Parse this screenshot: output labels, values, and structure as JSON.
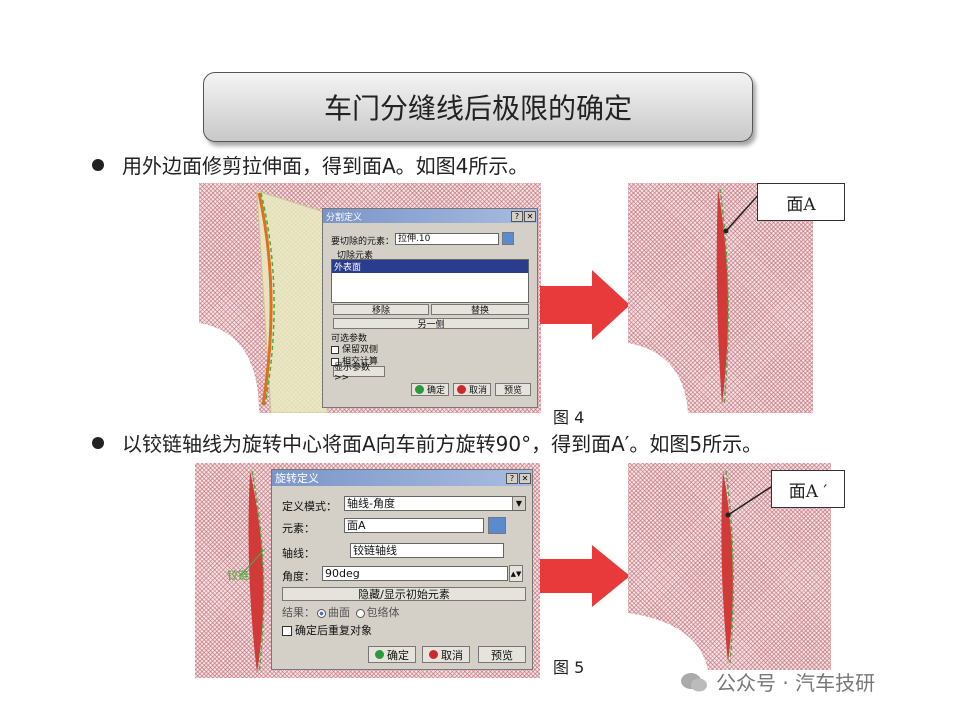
{
  "slide": {
    "title": "车门分缝线后极限的确定",
    "bullet1": "用外边面修剪拉伸面，得到面A。如图4所示。",
    "bullet2": "以铰链轴线为旋转中心将面A向车前方旋转90°，得到面A′。如图5所示。",
    "fig4_label": "图 4",
    "fig5_label": "图 5",
    "callout1": "面A",
    "callout2": "面A ′",
    "hinge_label": "铰链",
    "watermark": "公众号 · 汽车技研"
  },
  "split_dialog": {
    "title": "分割定义",
    "cut_element_label": "要切除的元素：",
    "cut_element_value": "拉伸.10",
    "cutting_elements_label": "切除元素",
    "list_items": [
      "外表面"
    ],
    "remove_btn": "移除",
    "replace_btn": "替换",
    "other_side_btn": "另一侧",
    "optional_params": "可选参数",
    "keep_both": "保留双侧",
    "intersection": "相交计算",
    "show_params": "显示参数 >>",
    "ok": "确定",
    "cancel": "取消",
    "preview": "预览"
  },
  "rotate_dialog": {
    "title": "旋转定义",
    "mode_label": "定义模式：",
    "mode_value": "轴线-角度",
    "element_label": "元素：",
    "element_value": "面A",
    "axis_label": "轴线：",
    "axis_value": "铰链轴线",
    "angle_label": "角度：",
    "angle_value": "90deg",
    "hide_show_btn": "隐藏/显示初始元素",
    "result_label": "结果：",
    "result_surface": "曲面",
    "result_volume": "包络体",
    "repeat_label": "确定后重复对象",
    "ok": "确定",
    "cancel": "取消",
    "preview": "预览"
  },
  "colors": {
    "arrow": "#e83a3a",
    "surface_red": "#d23a3a",
    "mesh": "#c06070"
  }
}
